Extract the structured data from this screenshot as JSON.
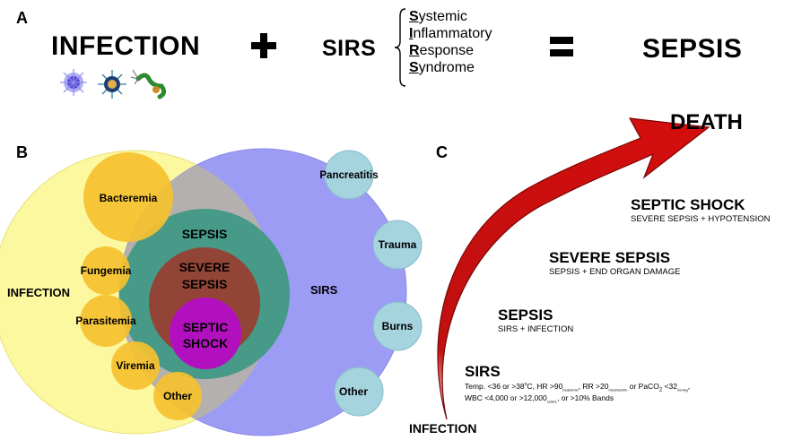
{
  "panel_a": {
    "label": "A",
    "infection": "INFECTION",
    "plus_symbol": "+",
    "sirs": "SIRS",
    "sirs_words": [
      {
        "initial": "S",
        "rest": "ystemic"
      },
      {
        "initial": "I",
        "rest": "nflammatory"
      },
      {
        "initial": "R",
        "rest": "esponse"
      },
      {
        "initial": "S",
        "rest": "yndrome"
      }
    ],
    "equals_symbol": "=",
    "sepsis": "SEPSIS"
  },
  "panel_b": {
    "label": "B",
    "infection": "INFECTION",
    "sirs": "SIRS",
    "sepsis": "SEPSIS",
    "severe_sepsis": [
      "SEVERE",
      "SEPSIS"
    ],
    "septic_shock": [
      "SEPTIC",
      "SHOCK"
    ],
    "infection_types": [
      "Bacteremia",
      "Fungemia",
      "Parasitemia",
      "Viremia",
      "Other"
    ],
    "sirs_causes": [
      "Pancreatitis",
      "Trauma",
      "Burns",
      "Other"
    ],
    "colors": {
      "infection": "#fbf8a0",
      "sirs": "#9d9cf5",
      "sepsis": "#479a87",
      "severe_sepsis": "#924536",
      "septic_shock": "#b20fbf",
      "infection_types": "#f6c12f",
      "sirs_causes": "#a5d3de"
    }
  },
  "panel_c": {
    "label": "C",
    "top": "DEATH",
    "bottom": "INFECTION",
    "arrow_color": "#d50d0d",
    "stages": [
      {
        "title": "SEPTIC SHOCK",
        "subtitle": "SEVERE SEPSIS + HYPOTENSION"
      },
      {
        "title": "SEVERE SEPSIS",
        "subtitle": "SEPSIS + END ORGAN DAMAGE"
      },
      {
        "title": "SEPSIS",
        "subtitle": "SIRS + INFECTION"
      },
      {
        "title": "SIRS",
        "subtitle": ""
      }
    ],
    "sirs_criteria": {
      "temp": "Temp. <36 or >38",
      "deg": "o",
      "c_hr": "C, HR >90",
      "hr_unit": "beats/min",
      "rr": ", RR >20",
      "rr_unit": "breaths/min",
      "or_pa": " or PaCO",
      "pa_sub": "2",
      "pa_val": " <32",
      "pa_unit": "mmHg",
      "line1_end": ",",
      "wbc": "WBC <4,000 or >12,000",
      "wbc_unit": "cells/L",
      "bands": ", or >10% Bands"
    }
  }
}
